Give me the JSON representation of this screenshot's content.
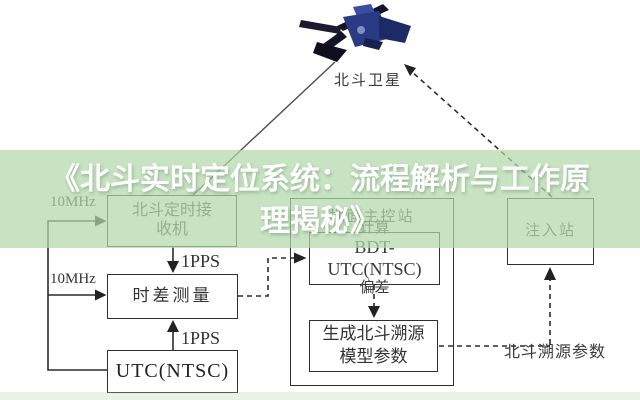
{
  "banner": {
    "title_line1": "《北斗实时定位系统：流程解析与工作原",
    "title_line2": "理揭秘》",
    "band_color": "#b2d8aa",
    "text_color": "#ffffff"
  },
  "satellite_label": "北斗卫星",
  "boxes": {
    "receiver": {
      "line1": "北斗定时接",
      "line2": "收机"
    },
    "time_diff": {
      "label": "时差测量"
    },
    "utc": {
      "label": "UTC(NTSC)"
    },
    "master_station": {
      "label": "地面主控站"
    },
    "bdt_offset": {
      "line1": "计算",
      "line2": "BDT-UTC(NTSC)",
      "line3": "偏差"
    },
    "gen_model": {
      "line1": "生成北斗溯源",
      "line2": "模型参数"
    },
    "inject_station": {
      "label": "注入站"
    }
  },
  "labels": {
    "mhz_receiver": "10MHz",
    "mhz_timediff": "10MHz",
    "pps_receiver": "1PPS",
    "pps_utc": "1PPS",
    "trace_params": "北斗溯源参数"
  }
}
